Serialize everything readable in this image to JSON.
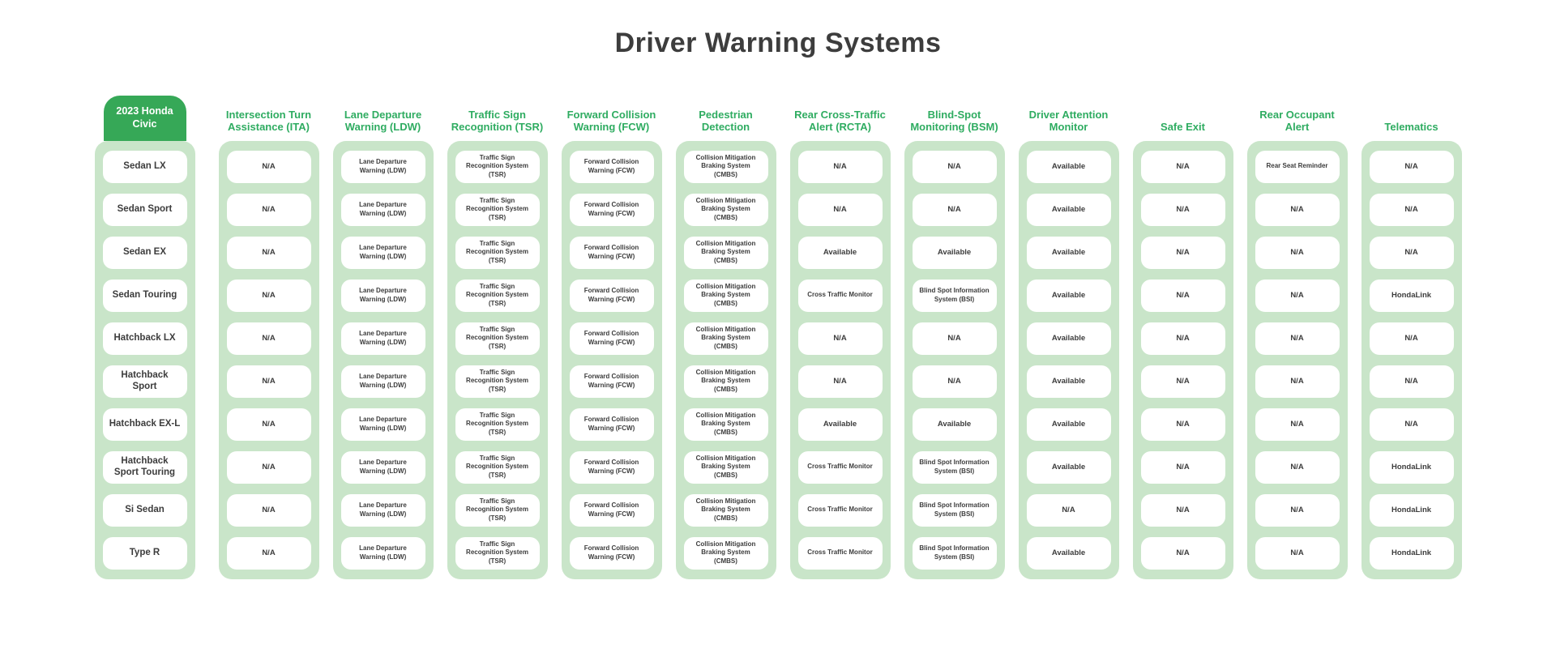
{
  "title": "Driver Warning Systems",
  "colors": {
    "accent_green": "#36a857",
    "header_green": "#2fac61",
    "panel_green": "#c9e5c9",
    "text_dark": "#3c3c3c",
    "cell_white": "#ffffff"
  },
  "chart_data": {
    "type": "table",
    "title": "Driver Warning Systems",
    "trim_header": "2023 Honda Civic",
    "trims": [
      "Sedan LX",
      "Sedan Sport",
      "Sedan EX",
      "Sedan Touring",
      "Hatchback LX",
      "Hatchback Sport",
      "Hatchback EX-L",
      "Hatchback Sport Touring",
      "Si Sedan",
      "Type R"
    ],
    "columns": [
      {
        "header": "Intersection Turn Assistance (ITA)",
        "values": [
          "N/A",
          "N/A",
          "N/A",
          "N/A",
          "N/A",
          "N/A",
          "N/A",
          "N/A",
          "N/A",
          "N/A"
        ]
      },
      {
        "header": "Lane Departure Warning (LDW)",
        "values": [
          "Lane Departure Warning (LDW)",
          "Lane Departure Warning (LDW)",
          "Lane Departure Warning (LDW)",
          "Lane Departure Warning (LDW)",
          "Lane Departure Warning (LDW)",
          "Lane Departure Warning (LDW)",
          "Lane Departure Warning (LDW)",
          "Lane Departure Warning (LDW)",
          "Lane Departure Warning (LDW)",
          "Lane Departure Warning (LDW)"
        ]
      },
      {
        "header": "Traffic Sign Recognition (TSR)",
        "values": [
          "Traffic Sign Recognition System (TSR)",
          "Traffic Sign Recognition System (TSR)",
          "Traffic Sign Recognition System (TSR)",
          "Traffic Sign Recognition System (TSR)",
          "Traffic Sign Recognition System (TSR)",
          "Traffic Sign Recognition System (TSR)",
          "Traffic Sign Recognition System (TSR)",
          "Traffic Sign Recognition System (TSR)",
          "Traffic Sign Recognition System (TSR)",
          "Traffic Sign Recognition System (TSR)"
        ]
      },
      {
        "header": "Forward Collision Warning (FCW)",
        "values": [
          "Forward Collision Warning (FCW)",
          "Forward Collision Warning (FCW)",
          "Forward Collision Warning (FCW)",
          "Forward Collision Warning (FCW)",
          "Forward Collision Warning (FCW)",
          "Forward Collision Warning (FCW)",
          "Forward Collision Warning (FCW)",
          "Forward Collision Warning (FCW)",
          "Forward Collision Warning (FCW)",
          "Forward Collision Warning (FCW)"
        ]
      },
      {
        "header": "Pedestrian Detection",
        "values": [
          "Collision Mitigation Braking System (CMBS)",
          "Collision Mitigation Braking System (CMBS)",
          "Collision Mitigation Braking System (CMBS)",
          "Collision Mitigation Braking System (CMBS)",
          "Collision Mitigation Braking System (CMBS)",
          "Collision Mitigation Braking System (CMBS)",
          "Collision Mitigation Braking System (CMBS)",
          "Collision Mitigation Braking System (CMBS)",
          "Collision Mitigation Braking System (CMBS)",
          "Collision Mitigation Braking System (CMBS)"
        ]
      },
      {
        "header": "Rear Cross-Traffic Alert (RCTA)",
        "values": [
          "N/A",
          "N/A",
          "Available",
          "Cross Traffic Monitor",
          "N/A",
          "N/A",
          "Available",
          "Cross Traffic Monitor",
          "Cross Traffic Monitor",
          "Cross Traffic Monitor"
        ]
      },
      {
        "header": "Blind-Spot Monitoring (BSM)",
        "values": [
          "N/A",
          "N/A",
          "Available",
          "Blind Spot Information System (BSI)",
          "N/A",
          "N/A",
          "Available",
          "Blind Spot Information System (BSI)",
          "Blind Spot Information System (BSI)",
          "Blind Spot Information System (BSI)"
        ]
      },
      {
        "header": "Driver Attention Monitor",
        "values": [
          "Available",
          "Available",
          "Available",
          "Available",
          "Available",
          "Available",
          "Available",
          "Available",
          "N/A",
          "Available"
        ]
      },
      {
        "header": "Safe Exit",
        "values": [
          "N/A",
          "N/A",
          "N/A",
          "N/A",
          "N/A",
          "N/A",
          "N/A",
          "N/A",
          "N/A",
          "N/A"
        ]
      },
      {
        "header": "Rear Occupant Alert",
        "values": [
          "Rear Seat Reminder",
          "N/A",
          "N/A",
          "N/A",
          "N/A",
          "N/A",
          "N/A",
          "N/A",
          "N/A",
          "N/A"
        ]
      },
      {
        "header": "Telematics",
        "values": [
          "N/A",
          "N/A",
          "N/A",
          "HondaLink",
          "N/A",
          "N/A",
          "N/A",
          "HondaLink",
          "HondaLink",
          "HondaLink"
        ]
      }
    ]
  }
}
